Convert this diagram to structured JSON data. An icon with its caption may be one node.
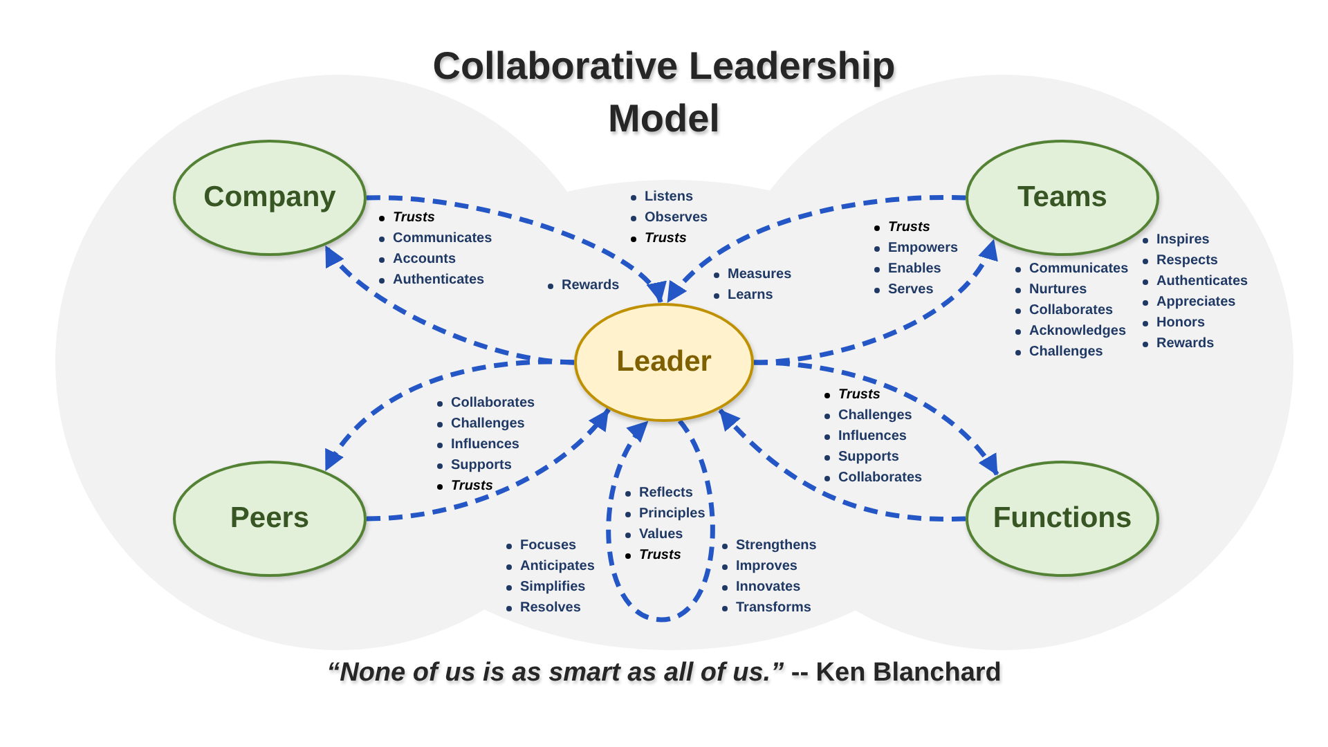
{
  "diagram": {
    "title": "Collaborative Leadership Model",
    "caption": "*“None of us is as smart as all of us.”* -- Ken Blanchard",
    "nodes": [
      {
        "text": [
          "Company"
        ]
      },
      {
        "text": [
          "Teams"
        ]
      },
      {
        "text": [
          "Leader"
        ]
      },
      {
        "text": [
          "Peers"
        ]
      },
      {
        "text": [
          "Functions"
        ]
      }
    ],
    "edges": [
      {
        "from": 0,
        "to": 2,
        "arrow": "to",
        "style": "dashed"
      },
      {
        "from": 2,
        "to": 0,
        "arrow": "to",
        "style": "dashed"
      },
      {
        "from": 1,
        "to": 2,
        "arrow": "to",
        "style": "dashed"
      },
      {
        "from": 2,
        "to": 1,
        "arrow": "to",
        "style": "dashed"
      },
      {
        "from": 2,
        "to": 3,
        "arrow": "to",
        "style": "dashed"
      },
      {
        "from": 3,
        "to": 2,
        "arrow": "to",
        "style": "dashed"
      },
      {
        "from": 2,
        "to": 4,
        "arrow": "to",
        "style": "dashed"
      },
      {
        "from": 4,
        "to": 2,
        "arrow": "to",
        "style": "dashed"
      },
      {
        "from": 2,
        "to": 2,
        "arrow": "to",
        "style": "dashed"
      }
    ],
    "labels": [
      "Trusts",
      "Communicates",
      "Accounts",
      "Authenticates",
      "Listens",
      "Observes",
      "Trusts",
      "Rewards",
      "Measures",
      "Learns",
      "Trusts",
      "Empowers",
      "Enables",
      "Serves",
      "Communicates",
      "Nurtures",
      "Collaborates",
      "Acknowledges",
      "Challenges",
      "Inspires",
      "Respects",
      "Authenticates",
      "Appreciates",
      "Honors",
      "Rewards",
      "Collaborates",
      "Challenges",
      "Influences",
      "Supports",
      "Trusts",
      "Trusts",
      "Challenges",
      "Influences",
      "Supports",
      "Collaborates",
      "Reflects",
      "Principles",
      "Values",
      "Trusts",
      "Focuses",
      "Anticipates",
      "Simplifies",
      "Resolves",
      "Strengthens",
      "Improves",
      "Innovates",
      "Transforms"
    ]
  }
}
